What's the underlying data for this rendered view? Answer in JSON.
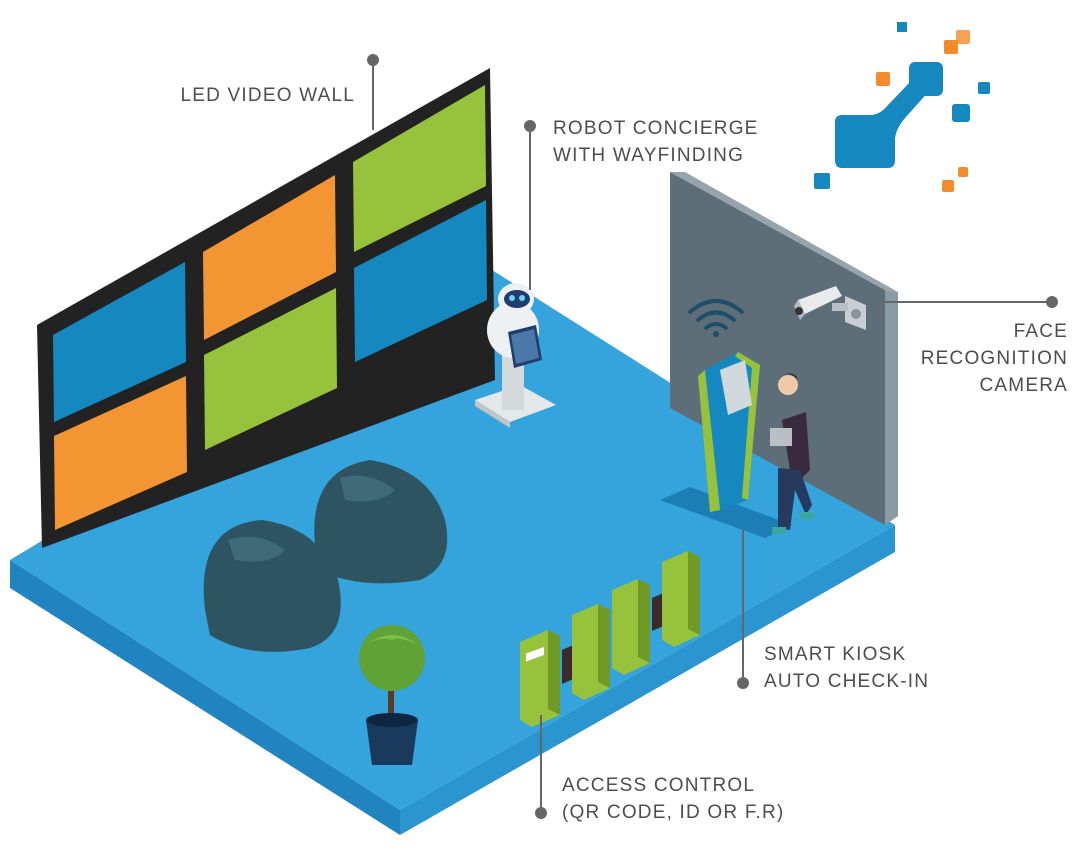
{
  "labels": {
    "led_video_wall": "LED VIDEO WALL",
    "robot_concierge": [
      "ROBOT CONCIERGE",
      "WITH WAYFINDING"
    ],
    "face_recognition": [
      "FACE",
      "RECOGNITION",
      "CAMERA"
    ],
    "smart_kiosk": [
      "SMART KIOSK",
      "AUTO CHECK-IN"
    ],
    "access_control": [
      "ACCESS CONTROL",
      "(QR CODE, ID OR F.R)"
    ]
  },
  "colors": {
    "floor_top": "#35a3dc",
    "floor_side_left": "#1f84bf",
    "floor_side_right": "#2a95cf",
    "screen_blue": "#1589bf",
    "screen_orange": "#f39533",
    "screen_green": "#97c23c",
    "wall_front": "#5e6e78",
    "wall_side": "#97a4ab",
    "beanbag": "#2f5461",
    "kiosk_green": "#97c23c",
    "leader_line": "#666666",
    "logo_blue": "#1589bf",
    "logo_orange": "#f38a2c",
    "label_text": "#4d4d4d"
  },
  "icons": [
    "wifi-icon",
    "camera-icon",
    "logo-icon",
    "plant-icon",
    "robot-icon",
    "person-icon"
  ]
}
